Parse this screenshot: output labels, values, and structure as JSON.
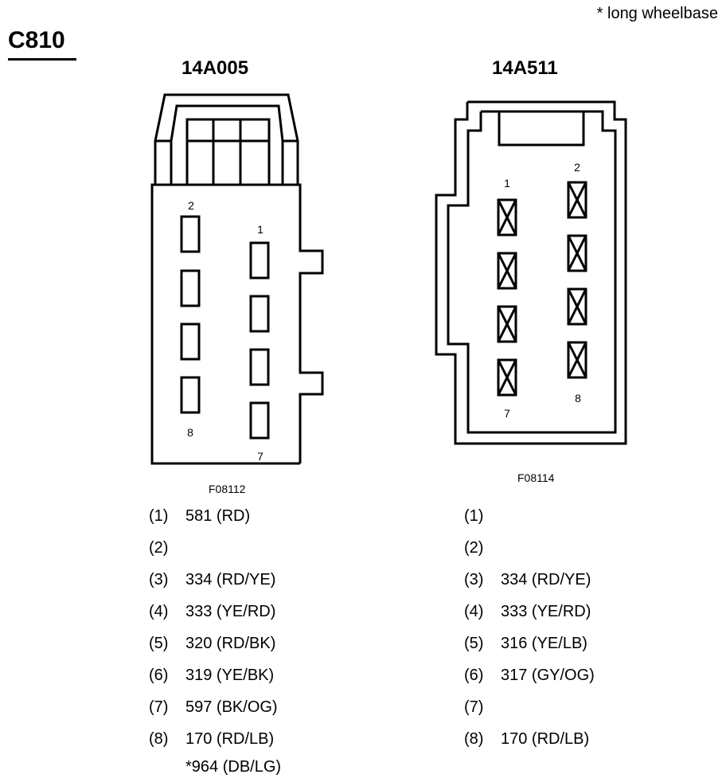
{
  "note": "* long wheelbase",
  "title": "C810",
  "connectors": [
    {
      "name": "14A005",
      "figure_code": "F08112",
      "pin_labels": {
        "p1": "1",
        "p2": "2",
        "p7": "7",
        "p8": "8"
      },
      "pins": [
        {
          "num": "(1)",
          "wire": "581 (RD)"
        },
        {
          "num": "(2)",
          "wire": ""
        },
        {
          "num": "(3)",
          "wire": "334 (RD/YE)"
        },
        {
          "num": "(4)",
          "wire": "333 (YE/RD)"
        },
        {
          "num": "(5)",
          "wire": "320 (RD/BK)"
        },
        {
          "num": "(6)",
          "wire": "319 (YE/BK)"
        },
        {
          "num": "(7)",
          "wire": "597 (BK/OG)"
        },
        {
          "num": "(8)",
          "wire": "170 (RD/LB)",
          "extra": "*964 (DB/LG)"
        }
      ]
    },
    {
      "name": "14A511",
      "figure_code": "F08114",
      "pin_labels": {
        "p1": "1",
        "p2": "2",
        "p7": "7",
        "p8": "8"
      },
      "pins": [
        {
          "num": "(1)",
          "wire": ""
        },
        {
          "num": "(2)",
          "wire": ""
        },
        {
          "num": "(3)",
          "wire": "334 (RD/YE)"
        },
        {
          "num": "(4)",
          "wire": "333 (YE/RD)"
        },
        {
          "num": "(5)",
          "wire": "316 (YE/LB)"
        },
        {
          "num": "(6)",
          "wire": "317 (GY/OG)"
        },
        {
          "num": "(7)",
          "wire": ""
        },
        {
          "num": "(8)",
          "wire": "170 (RD/LB)"
        }
      ]
    }
  ]
}
